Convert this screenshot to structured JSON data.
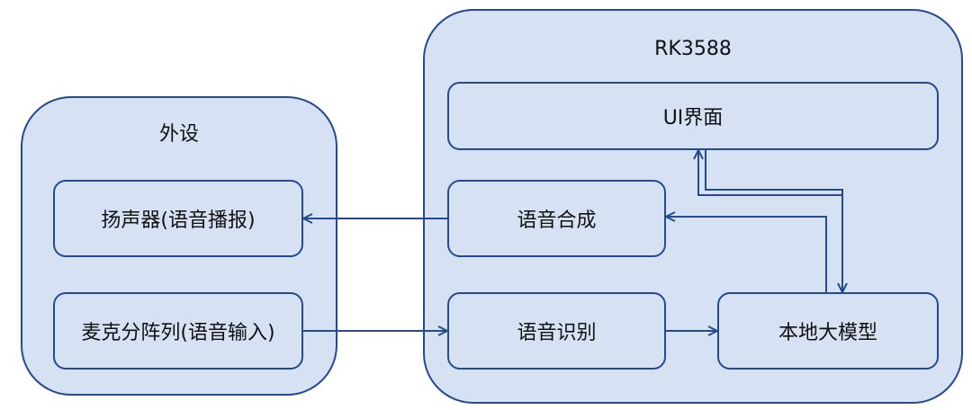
{
  "groups": {
    "peripheral": {
      "title": "外设"
    },
    "soc": {
      "title": "RK3588"
    }
  },
  "nodes": {
    "speaker": "扬声器(语音播报)",
    "mic_array": "麦克分阵列(语音输入)",
    "ui": "UI界面",
    "tts": "语音合成",
    "asr": "语音识别",
    "llm": "本地大模型"
  },
  "edges": [
    {
      "from": "tts",
      "to": "speaker"
    },
    {
      "from": "mic_array",
      "to": "asr"
    },
    {
      "from": "asr",
      "to": "llm"
    },
    {
      "from": "llm",
      "to": "tts"
    },
    {
      "from": "llm",
      "to": "ui"
    },
    {
      "from": "ui",
      "to": "llm"
    }
  ],
  "colors": {
    "fill": "#d6e2f4",
    "stroke": "#254a94",
    "text": "#111111"
  }
}
